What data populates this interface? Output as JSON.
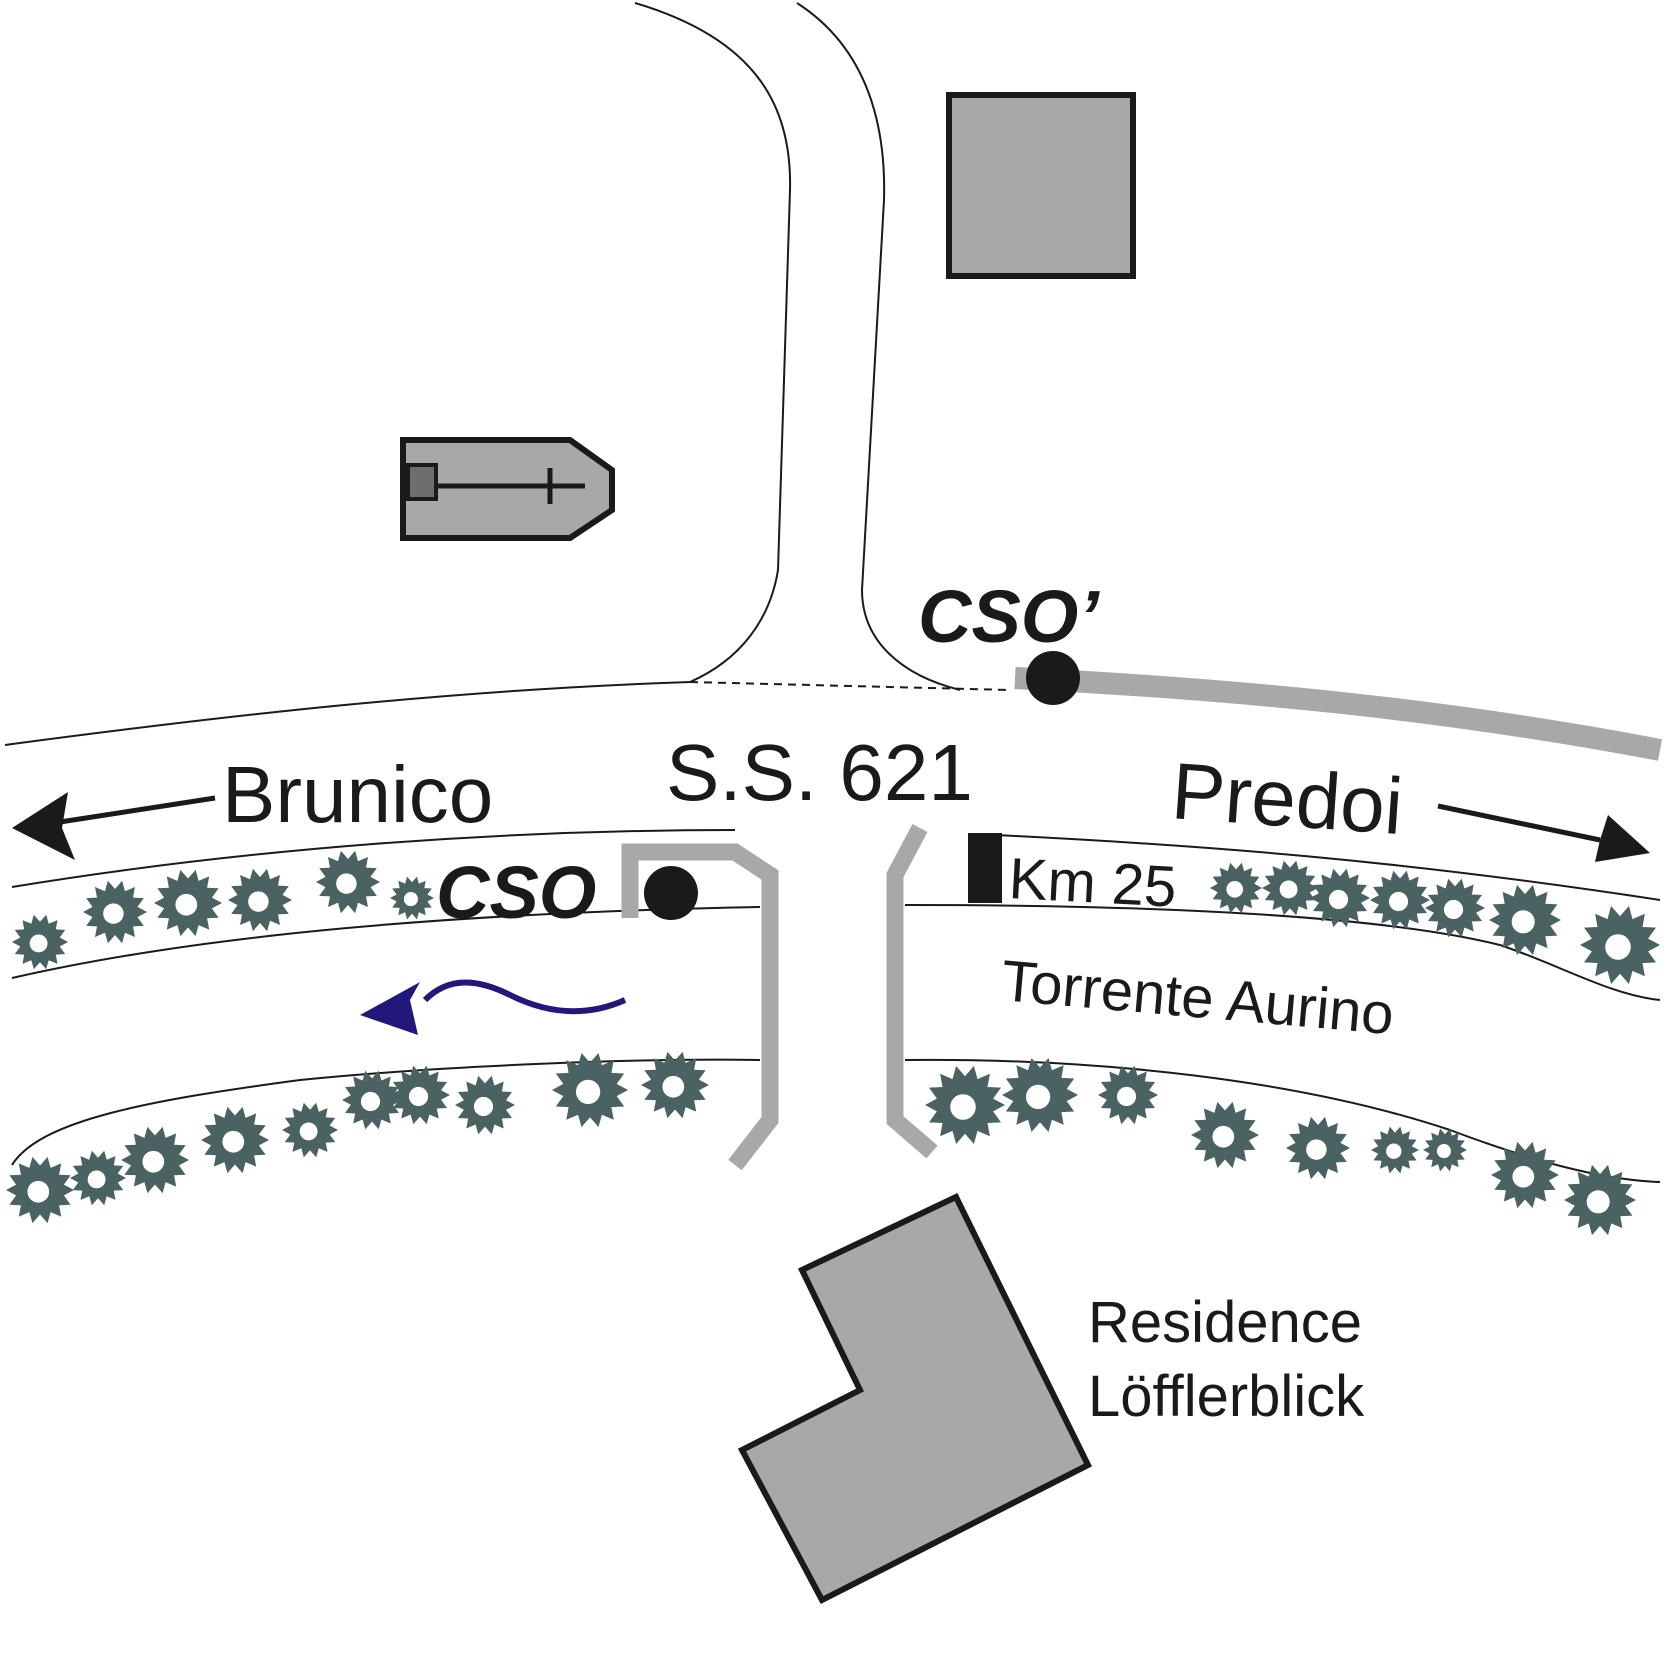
{
  "labels": {
    "road": "S.S. 621",
    "west": "Brunico",
    "east": "Predoi",
    "km_marker": "Km 25",
    "river": "Torrente Aurino",
    "cso_south": "CSO",
    "cso_north": "CSO’",
    "residence_line1": "Residence",
    "residence_line2": "Löfflerblick"
  },
  "colors": {
    "line": "#1a1a1a",
    "building_fill": "#a8a8a8",
    "channel": "#a8a8a8",
    "tree": "#4a6262",
    "flow_arrow": "#22187a"
  },
  "icons": {
    "church": "church-icon",
    "tree": "tree-icon",
    "flow": "flow-direction-arrow"
  }
}
